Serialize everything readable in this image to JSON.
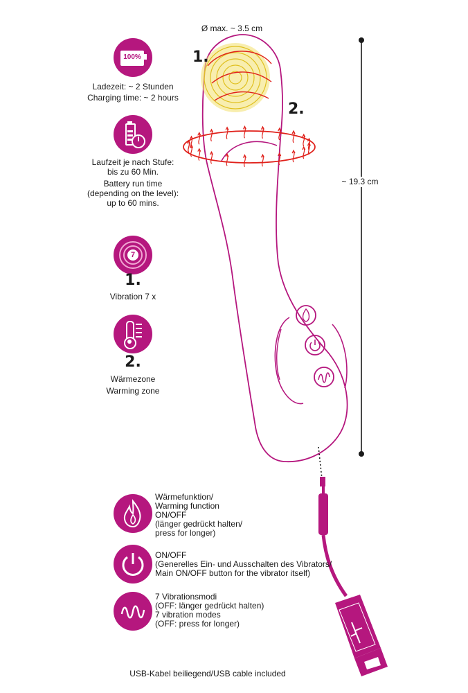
{
  "dimension_top": "Ø max. ~ 3.5  cm",
  "dimension_side": "~ 19.3 cm",
  "marker_1": "1.",
  "marker_2": "2.",
  "battery": {
    "badge": "100%",
    "line1": "Ladezeit: ~ 2 Stunden",
    "line2": "Charging time: ~ 2 hours"
  },
  "runtime": {
    "lines": [
      "Laufzeit je nach Stufe:",
      "bis zu 60 Min.",
      "Battery run time",
      "(depending on the level):",
      "up to 60 mins."
    ]
  },
  "vibration": {
    "icon_number": "7",
    "number": "1.",
    "label": "Vibration 7 x"
  },
  "warming": {
    "number": "2.",
    "line1": "Wärmezone",
    "line2": "Warming zone"
  },
  "buttons": [
    {
      "icon": "flame-icon",
      "lines": [
        "Wärmefunktion/",
        "Warming function",
        "ON/OFF",
        "(länger gedrückt halten/",
        "press for longer)"
      ]
    },
    {
      "icon": "power-icon",
      "lines": [
        "ON/OFF",
        "(Generelles Ein- und Ausschalten des Vibrators/",
        "Main ON/OFF button for the vibrator itself)"
      ]
    },
    {
      "icon": "wave-icon",
      "lines": [
        "7 Vibrationsmodi",
        "(OFF: länger gedrückt halten)",
        "7 vibration modes",
        "(OFF: press for longer)"
      ]
    }
  ],
  "footer": "USB-Kabel beiliegend/USB cable included",
  "colors": {
    "magenta": "#b5177e",
    "heat_red": "#e0211b",
    "vibration_yellow": "#f4e27a"
  }
}
